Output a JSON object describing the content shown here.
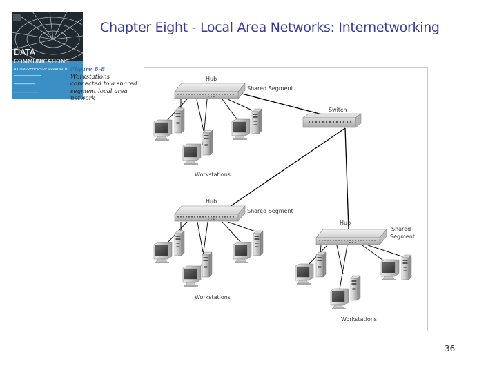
{
  "slide": {
    "title": "Chapter Eight - Local Area Networks: Internetworking",
    "page_number": "36"
  },
  "book_cover": {
    "title_line1": "DATA",
    "title_line2": "COMMUNICATIONS",
    "subtitle": "A COMPREHENSIVE APPROACH"
  },
  "figure": {
    "number": "Figure 8-8",
    "caption": "Workstations connected to a shared segment local area network"
  },
  "diagram": {
    "hub_label": "Hub",
    "shared_segment_label": "Shared Segment",
    "shared_label": "Shared",
    "segment_label": "Segment",
    "switch_label": "Switch",
    "workstations_label": "Workstations"
  },
  "colors": {
    "title": "#3a3a9a",
    "figure_number": "#3b6fb0",
    "cover_blue": "#3c8fc4",
    "cover_dark": "#202830"
  }
}
